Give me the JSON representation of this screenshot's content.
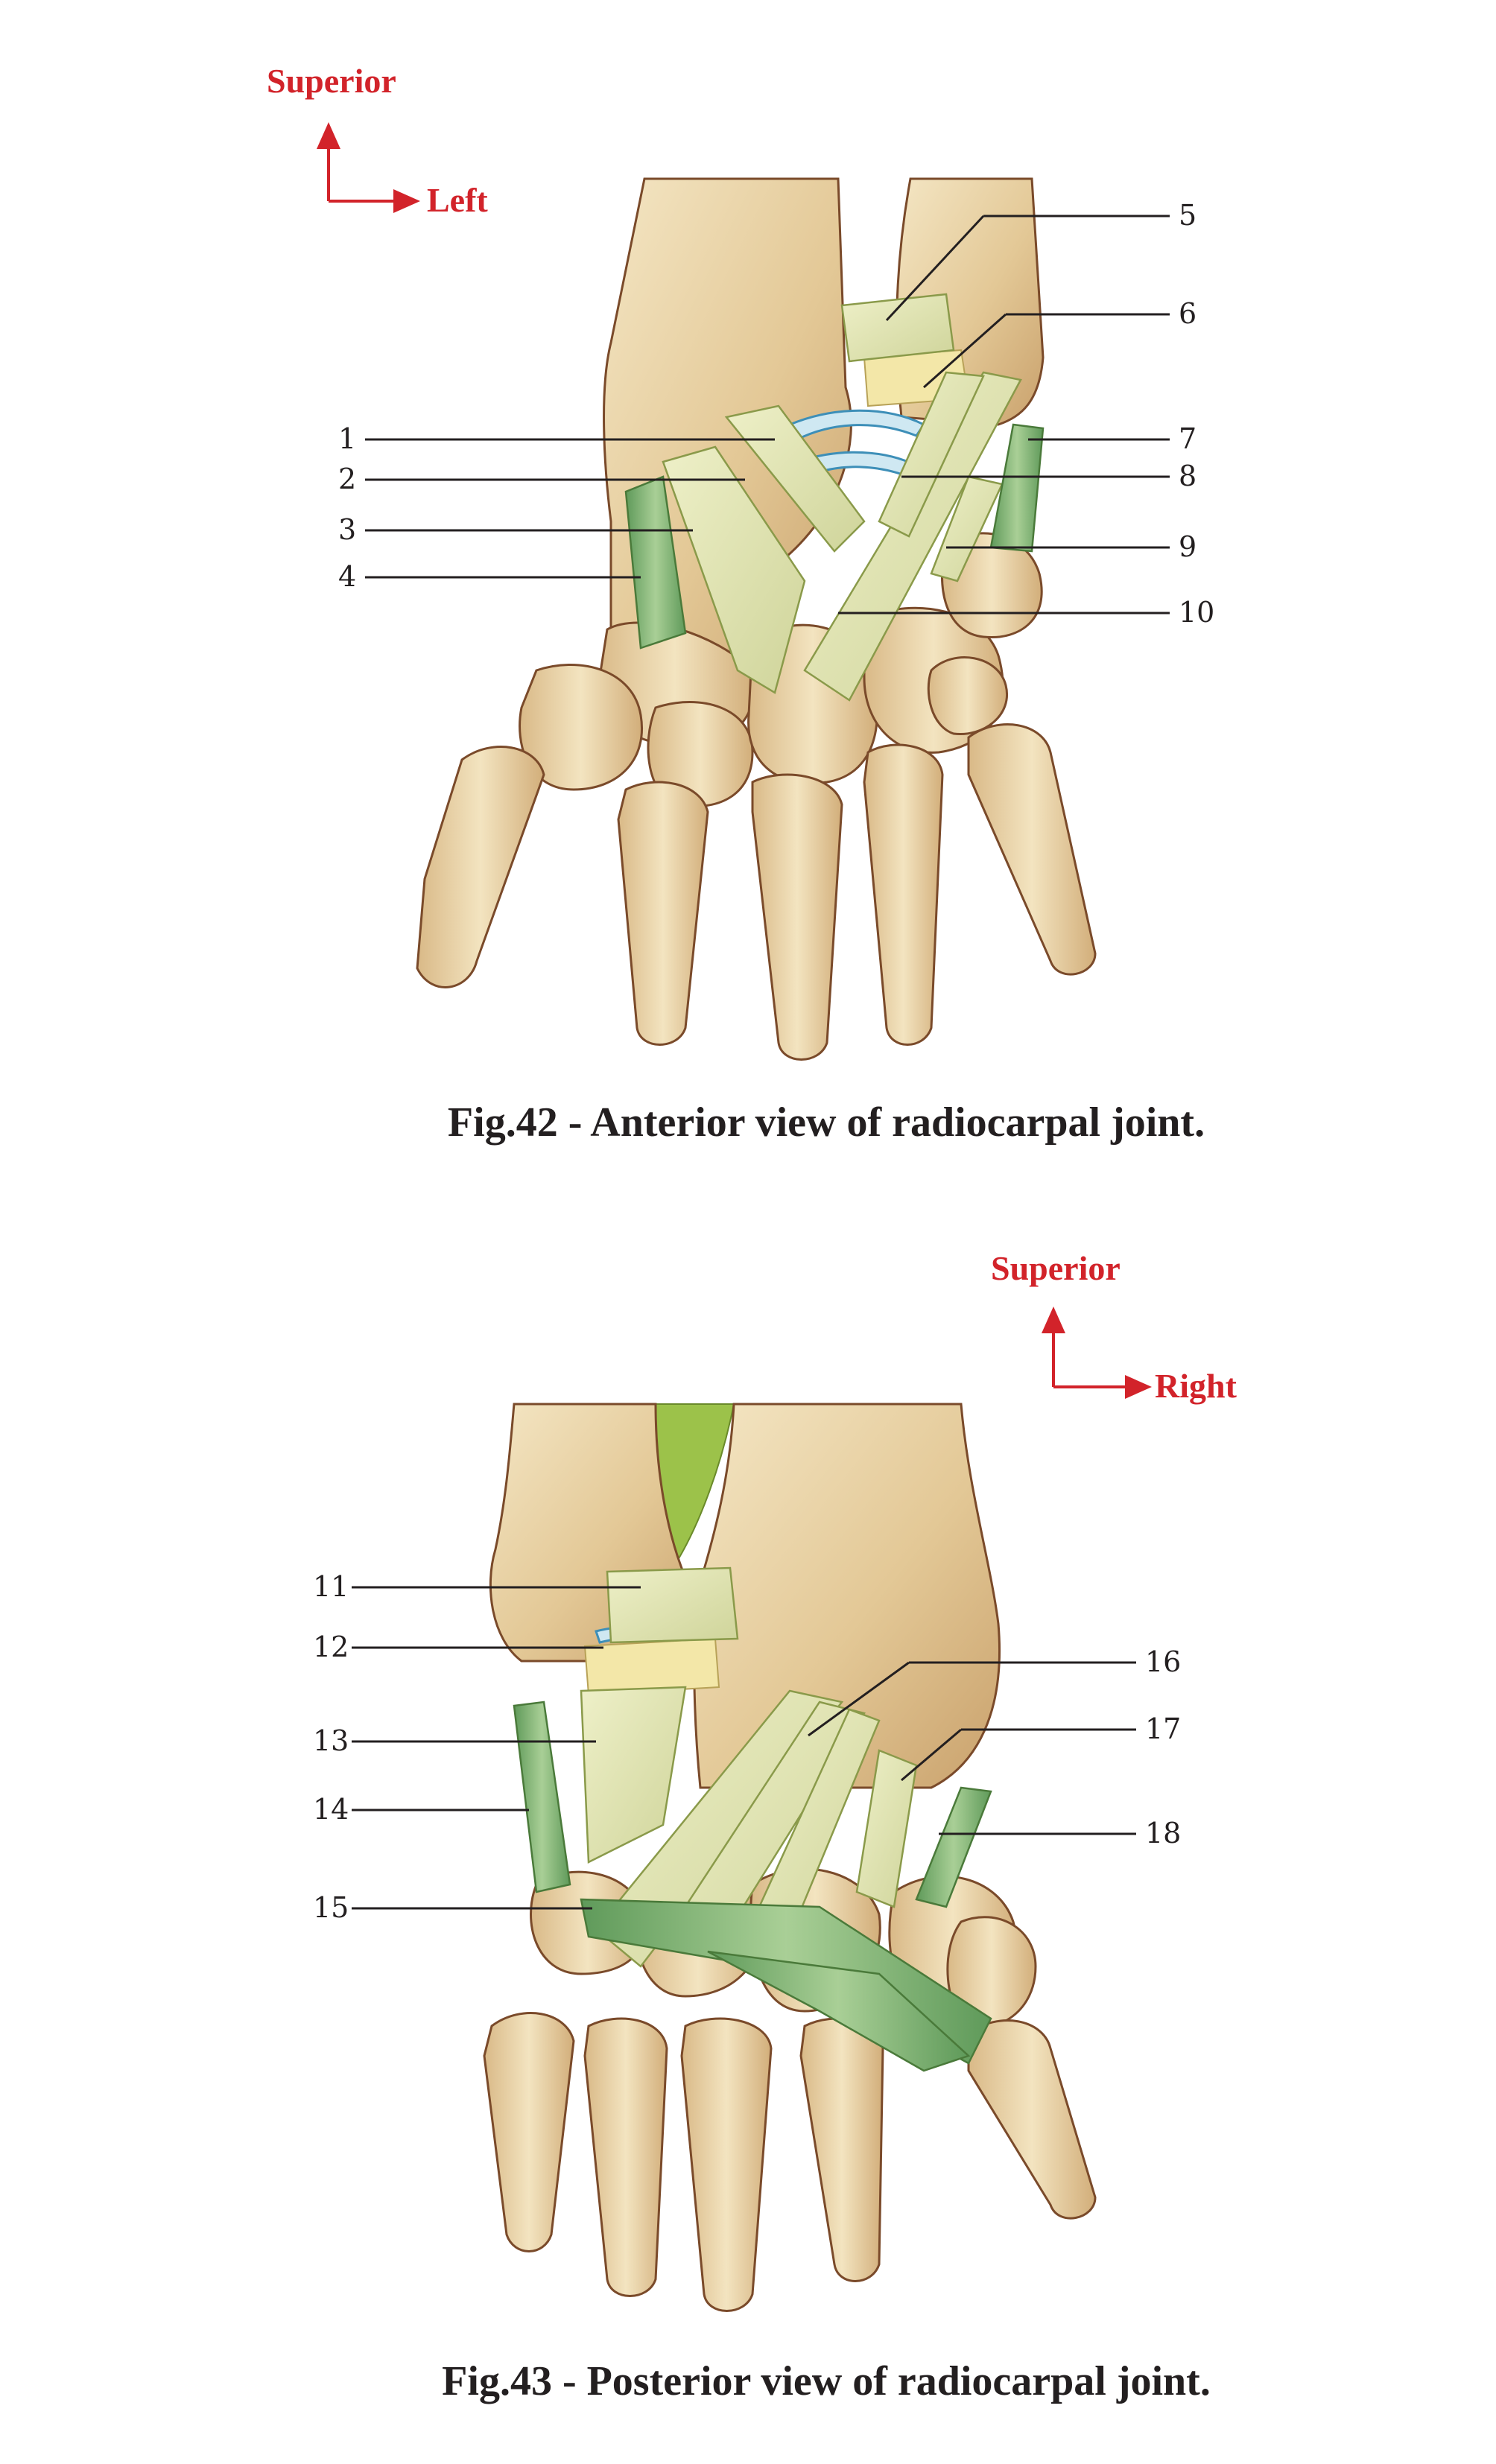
{
  "figures": [
    {
      "caption": "Fig.42 - Anterior view of radiocarpal joint.",
      "orientation": {
        "vertical": "Superior",
        "horizontal": "Left"
      },
      "labels": [
        "1",
        "2",
        "3",
        "4",
        "5",
        "6",
        "7",
        "8",
        "9",
        "10"
      ]
    },
    {
      "caption": "Fig.43 - Posterior view of radiocarpal joint.",
      "orientation": {
        "vertical": "Superior",
        "horizontal": "Right"
      },
      "labels": [
        "11",
        "12",
        "13",
        "14",
        "15",
        "16",
        "17",
        "18"
      ]
    }
  ],
  "colors": {
    "orientation_text": "#d2232a",
    "bone": "#e8d3a8",
    "ligament": "#dfe2b4",
    "ligament_green": "#7fb07a",
    "cartilage": "#f3e7a8",
    "synovial": "#3d8fb8"
  }
}
